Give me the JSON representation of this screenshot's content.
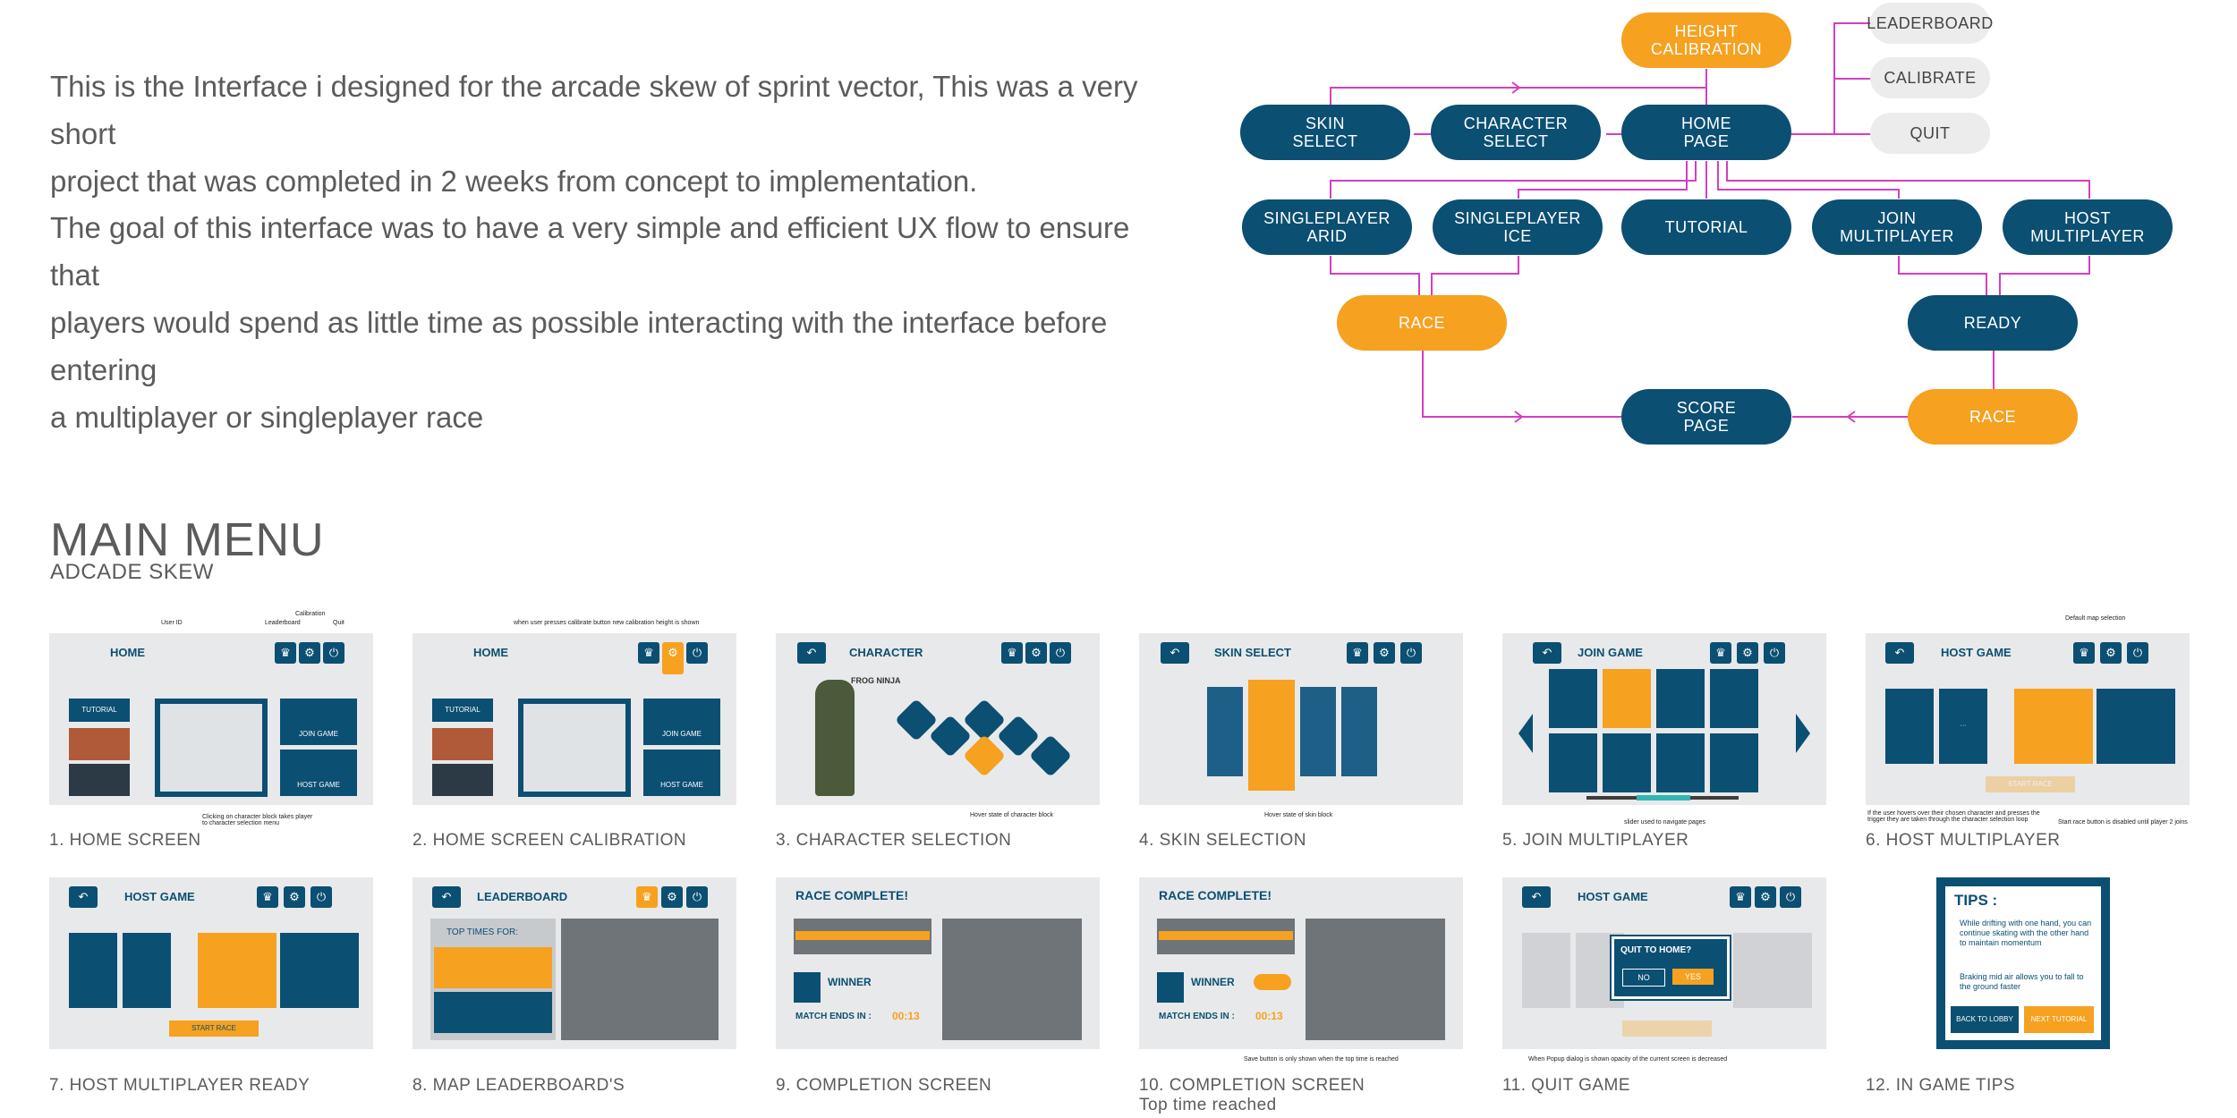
{
  "intro": {
    "para1": [
      "This is the Interface i designed for the arcade skew of sprint vector, This was a very short",
      "project that was completed in 2 weeks from concept to implementation."
    ],
    "para2": [
      "The goal of this interface was to have a very simple and efficient UX flow to ensure that",
      "players would spend as little time as possible interacting with the interface before entering",
      "a multiplayer or singleplayer race"
    ]
  },
  "flow": {
    "height_calibration": "HEIGHT\nCALIBRATION",
    "skin_select": "SKIN\nSELECT",
    "character_select": "CHARACTER\nSELECT",
    "home_page": "HOME\nPAGE",
    "singleplayer_arid": "SINGLEPLAYER\nARID",
    "singleplayer_ice": "SINGLEPLAYER\nICE",
    "tutorial": "TUTORIAL",
    "join_multiplayer": "JOIN\nMULTIPLAYER",
    "host_multiplayer": "HOST\nMULTIPLAYER",
    "race_left": "RACE",
    "ready": "READY",
    "score_page": "SCORE\nPAGE",
    "race_right": "RACE",
    "leaderboard": "LEADERBOARD",
    "calibrate": "CALIBRATE",
    "quit": "QUIT"
  },
  "section": {
    "title": "MAIN MENU",
    "subtitle": "ADCADE SKEW"
  },
  "screens": {
    "home": "HOME",
    "host_game": "HOST GAME",
    "join_game": "JOIN GAME",
    "character": "CHARACTER",
    "skin_select": "SKIN SELECT",
    "leaderboard": "LEADERBOARD",
    "race_complete": "RACE COMPLETE!",
    "tips": "TIPS :",
    "winner": "WINNER",
    "match_ends": "MATCH ENDS IN :",
    "match_time": "00:13",
    "quit_to_home": "QUIT TO HOME?",
    "no": "NO",
    "yes": "YES",
    "top_times": "TOP TIMES FOR:",
    "frog_ninja": "FROG NINJA",
    "start_race": "START RACE",
    "tutorial_btn": "TUTORIAL",
    "join_btn": "JOIN GAME",
    "host_btn": "HOST GAME",
    "back_to_lobby": "BACK TO LOBBY",
    "next_tutorial": "NEXT TUTORIAL",
    "tip1": "While drifting with one hand, you can continue skating with the other hand to maintain momentum",
    "tip2": "Braking mid air allows you to fall to the ground faster"
  },
  "annotations": {
    "user_id": "User ID",
    "leaderboard": "Leaderboard",
    "calibration": "Calibration",
    "quit": "Quit",
    "clicking_char": "Clicking on character block takes player to character selection menu",
    "calib_note": "when user presses calibrate button new calibration height is shown",
    "hover_char": "Hover state of character block",
    "hover_skin": "Hover state of skin block",
    "slider": "slider used to navigate pages",
    "default_map": "Default map selection",
    "hover_players": "If the user hovers over their chosen character and presses the trigger they are taken through the character selection loop",
    "start_disabled": "Start race button is disabled until player 2 joins",
    "save_note": "Save button is only shown when the top time is reached",
    "popup_note": "When Popup dialog is shown opacity of the current screen is decreased"
  },
  "captions": [
    "1. HOME SCREEN",
    "2. HOME SCREEN CALIBRATION",
    "3. CHARACTER SELECTION",
    "4. SKIN SELECTION",
    "5. JOIN MULTIPLAYER",
    "6. HOST MULTIPLAYER",
    "7. HOST MULTIPLAYER READY",
    "8. MAP LEADERBOARD'S",
    "9. COMPLETION SCREEN",
    "10. COMPLETION SCREEN",
    "11. QUIT GAME",
    "12. IN GAME TIPS"
  ],
  "caption_10_line2": "Top time reached",
  "colors": {
    "blue": "#0b4f72",
    "orange": "#f6a11f",
    "connector": "#d43fc0",
    "text": "#5b5b5b"
  }
}
